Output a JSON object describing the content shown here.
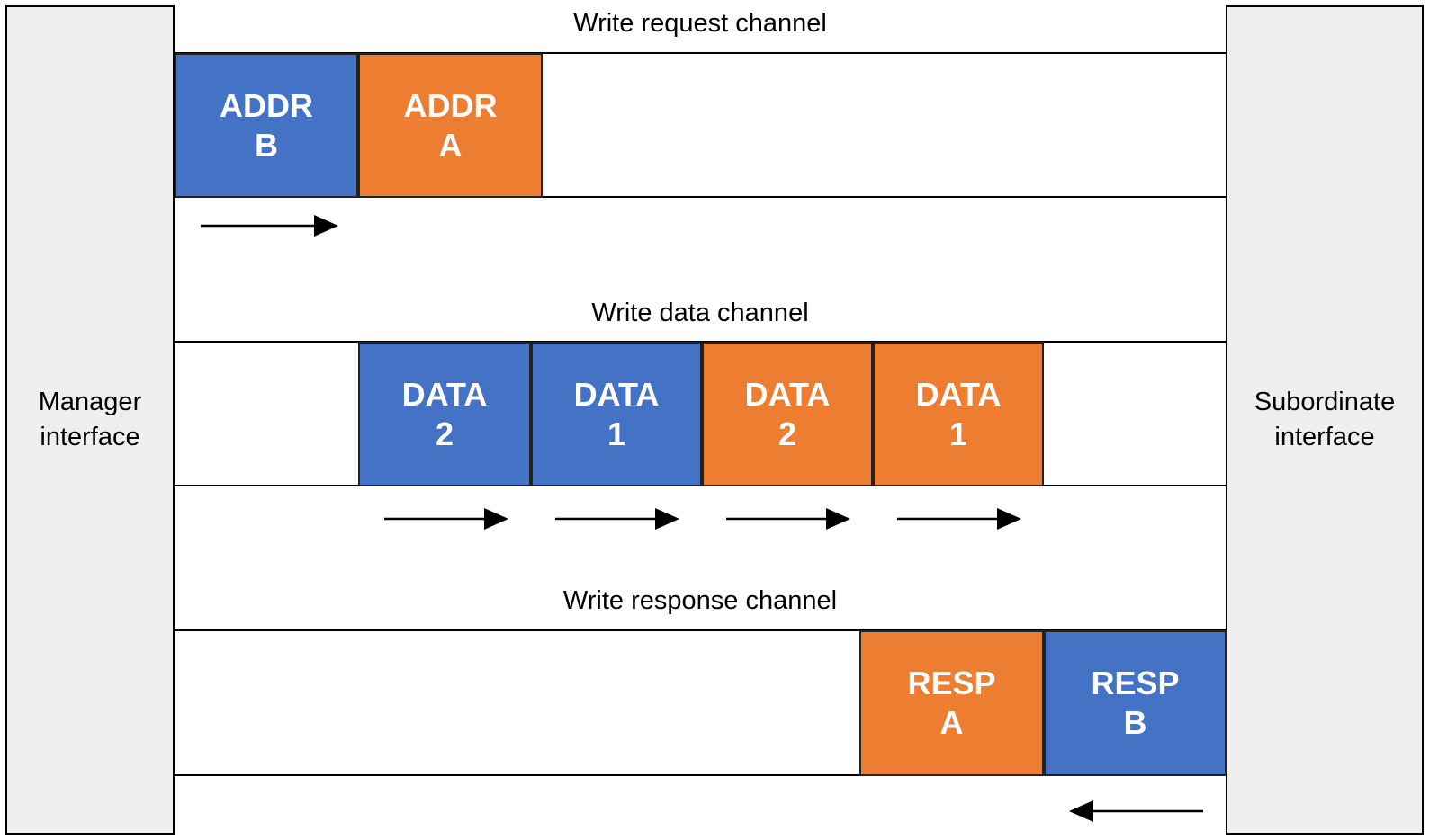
{
  "manager": {
    "label": "Manager\ninterface"
  },
  "subordinate": {
    "label": "Subordinate\ninterface"
  },
  "channels": {
    "request": {
      "title": "Write request channel",
      "blocks": [
        {
          "line1": "ADDR",
          "line2": "B",
          "color": "#4472c4"
        },
        {
          "line1": "ADDR",
          "line2": "A",
          "color": "#ed7d31"
        }
      ],
      "direction": "to-subordinate"
    },
    "data": {
      "title": "Write data channel",
      "blocks": [
        {
          "line1": "DATA",
          "line2": "2",
          "color": "#4472c4"
        },
        {
          "line1": "DATA",
          "line2": "1",
          "color": "#4472c4"
        },
        {
          "line1": "DATA",
          "line2": "2",
          "color": "#ed7d31"
        },
        {
          "line1": "DATA",
          "line2": "1",
          "color": "#ed7d31"
        }
      ],
      "direction": "to-subordinate"
    },
    "response": {
      "title": "Write response channel",
      "blocks": [
        {
          "line1": "RESP",
          "line2": "A",
          "color": "#ed7d31"
        },
        {
          "line1": "RESP",
          "line2": "B",
          "color": "#4472c4"
        }
      ],
      "direction": "to-manager"
    }
  }
}
